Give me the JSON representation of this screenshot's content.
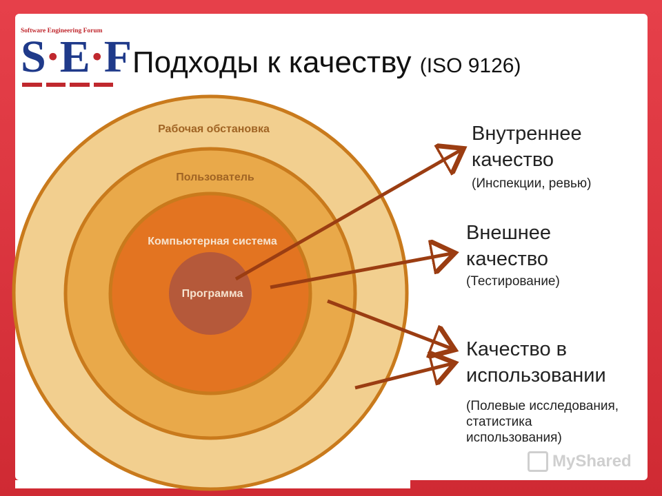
{
  "logo": {
    "caption": "Software Engineering Forum",
    "mark_s": "S",
    "mark_e": "E",
    "mark_f": "F",
    "mark_dot": "·"
  },
  "title": {
    "main": "Подходы к качеству",
    "iso": "(ISO 9126)"
  },
  "rings": [
    {
      "label": "Рабочая обстановка",
      "color": "#f2cf8f"
    },
    {
      "label": "Пользователь",
      "color": "#e9a94a"
    },
    {
      "label": "Компьютерная система",
      "color": "#e37421"
    },
    {
      "label": "Программа",
      "color": "#b5593a"
    }
  ],
  "colors": {
    "ring_stroke": "#c97a1c",
    "arrow": "#9b3d12",
    "label_outer": "#a06424",
    "label_inner": "#f6e3cf"
  },
  "side": {
    "internal": {
      "head1": "Внутреннее",
      "head2": "качество",
      "sub": "(Инспекции, ревью)"
    },
    "external": {
      "head1": "Внешнее",
      "head2": "качество",
      "sub": "(Тестирование)"
    },
    "in_use": {
      "head1": "Качество в",
      "head2": "использовании",
      "sub1": "(Полевые исследования,",
      "sub2": "статистика",
      "sub3": "использования)"
    }
  },
  "watermark": {
    "text": "MyShared",
    "icon": "mortarboard-icon"
  }
}
